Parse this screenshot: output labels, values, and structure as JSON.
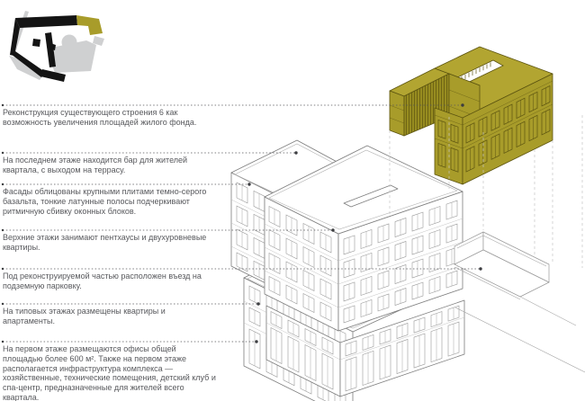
{
  "colors": {
    "olive": "#a89c2a",
    "olive_top": "#b2a531",
    "olive_deep": "#978c20",
    "olive_line": "#5c5410",
    "text": "#57585c"
  },
  "annotations": {
    "items": [
      {
        "text": "Реконструкция существующего строения 6 как возможность увеличения площадей жилого фонда."
      },
      {
        "text": "На последнем этаже находится бар для жителей квартала, с выходом на террасу."
      },
      {
        "text": "Фасады облицованы крупными плитами темно-серого базальта, тонкие латунные полосы подчеркивают ритмичную сбивку оконных блоков."
      },
      {
        "text": "Верхние этажи занимают пентхаусы и двухуровневые квартиры."
      },
      {
        "text": "Под реконструируемой частью расположен въезд на подземную парковку."
      },
      {
        "text": "На типовых этажах размещены квартиры и апартаменты."
      },
      {
        "text": "На первом этаже размещаются офисы общей площадью более 600 м². Также на первом этаже располагается инфраструктура комплекса — хозяйственные, технические помещения, детский клуб и спа-центр, предназначенные для жителей всего квартала."
      }
    ]
  }
}
